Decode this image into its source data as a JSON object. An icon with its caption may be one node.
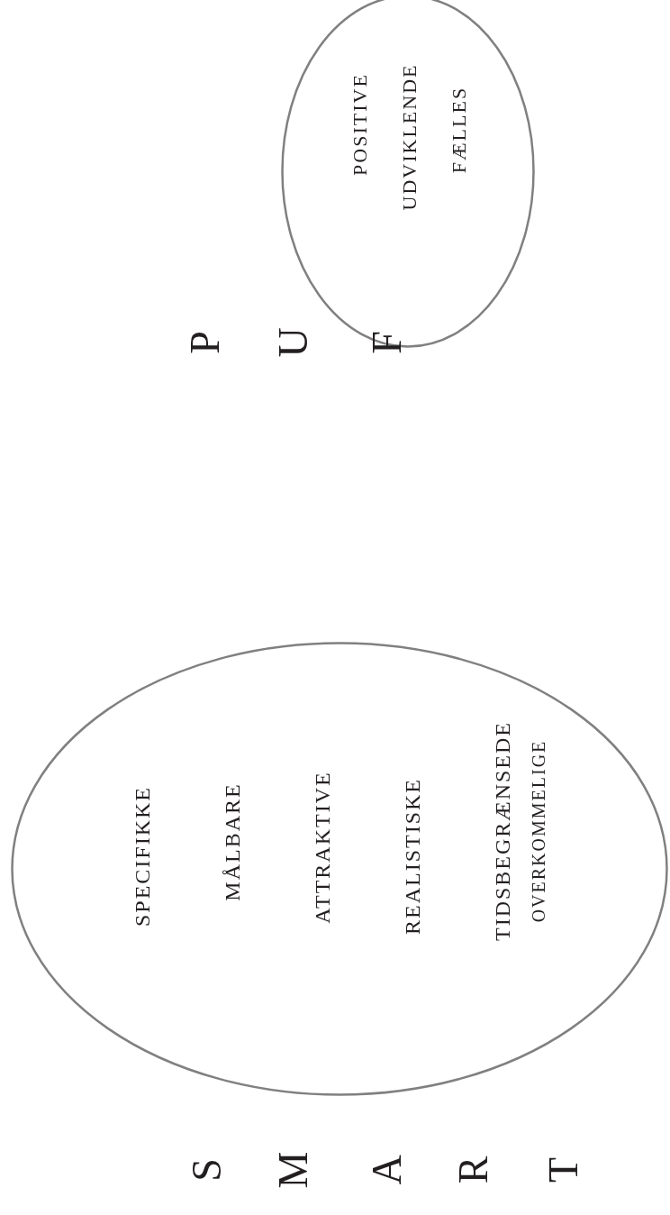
{
  "diagram": {
    "nodes": [
      {
        "text": [
          "SPECIFIKKE",
          "MÅLBARE",
          "ATTRAKTIVE",
          "REALISTISKE",
          "TIDSBEGRÆNSEDE",
          "OVERKOMMELIGE"
        ]
      },
      {
        "text": [
          "POSITIVE",
          "UDVIKLENDE",
          "FÆLLES"
        ]
      }
    ],
    "edges": [],
    "labels": [
      "S",
      "M",
      "A",
      "R",
      "T",
      "P",
      "U",
      "F"
    ]
  }
}
